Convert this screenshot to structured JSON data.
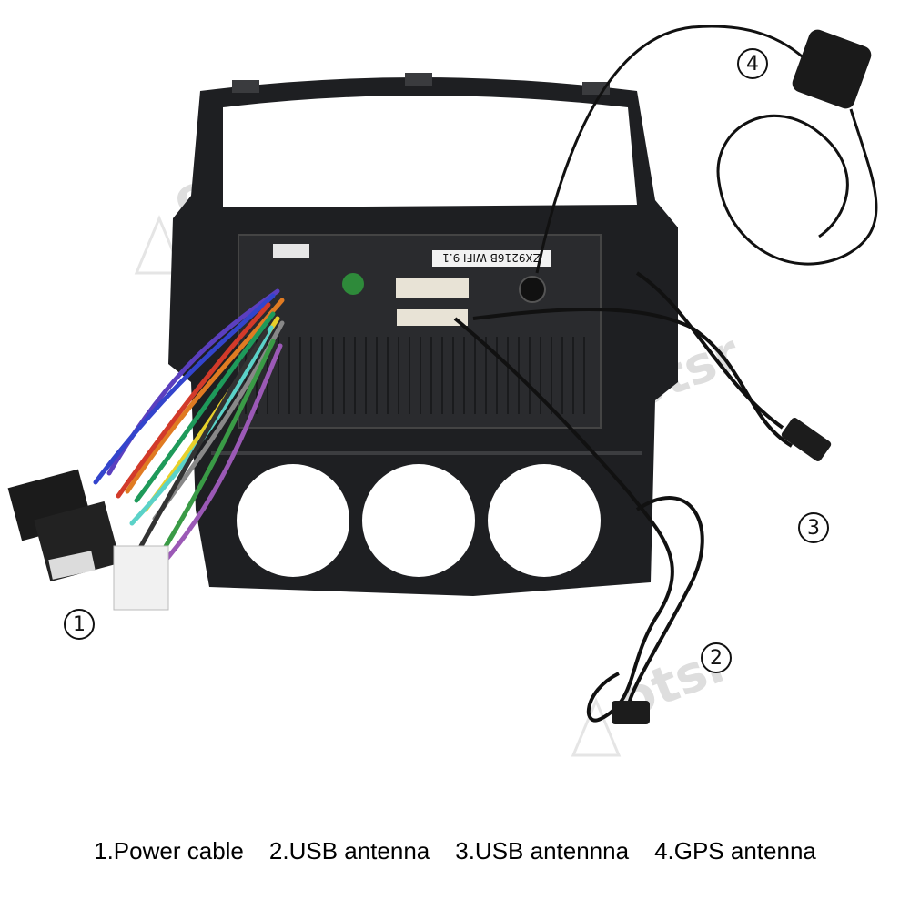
{
  "photo": {
    "unit_label": "ZX9216B WIFI 9.1",
    "watermark": "Aotsr"
  },
  "markers": [
    "1",
    "2",
    "3",
    "4"
  ],
  "caption": [
    "1.Power cable",
    "2.USB antenna",
    "3.USB antennna",
    "4.GPS antenna"
  ],
  "colors": {
    "frame": "#1e1f22",
    "unit_back": "#2a2b2e",
    "cable": "#111111",
    "watermark": "#d9d9d9"
  }
}
